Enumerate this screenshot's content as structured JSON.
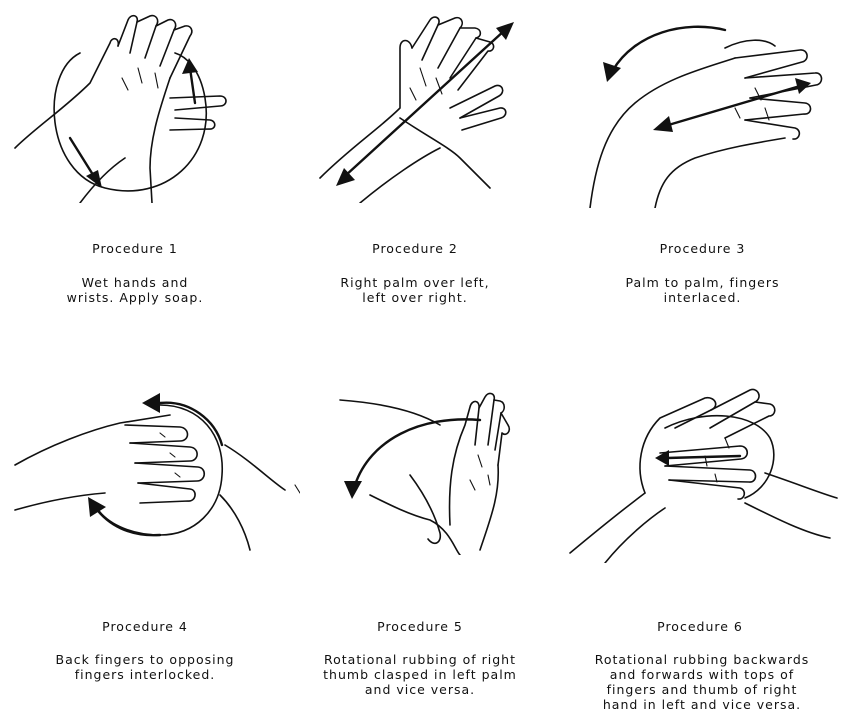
{
  "procedures": [
    {
      "title": "Procedure 1",
      "description": "Wet hands and\nwrists. Apply soap.",
      "icon": "wet-hands-icon"
    },
    {
      "title": "Procedure 2",
      "description": "Right palm over left,\nleft over right.",
      "icon": "palm-over-back-icon"
    },
    {
      "title": "Procedure 3",
      "description": "Palm to palm, fingers\ninterlaced.",
      "icon": "palm-to-palm-icon"
    },
    {
      "title": "Procedure 4",
      "description": "Back fingers to opposing\nfingers interlocked.",
      "icon": "back-fingers-icon"
    },
    {
      "title": "Procedure 5",
      "description": "Rotational rubbing of right\nthumb clasped in left palm\nand vice versa.",
      "icon": "thumb-rub-icon"
    },
    {
      "title": "Procedure 6",
      "description": "Rotational rubbing backwards\nand forwards with tops of\nfingers and thumb of right\nhand in left and vice versa.",
      "icon": "fingertip-rub-icon"
    }
  ]
}
